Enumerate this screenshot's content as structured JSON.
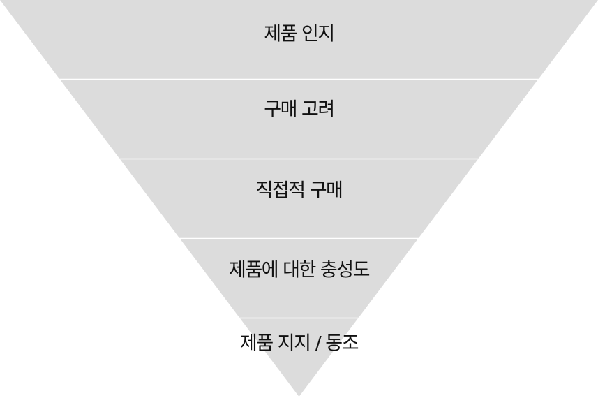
{
  "diagram": {
    "type": "inverted-funnel",
    "fill_color": "#dcdcdc",
    "separator_color": "#ffffff",
    "text_color": "#111111",
    "stages": [
      {
        "label": "제품 인지"
      },
      {
        "label": "구매 고려"
      },
      {
        "label": "직접적 구매"
      },
      {
        "label": "제품에 대한 충성도"
      },
      {
        "label": "제품 지지 / 동조"
      }
    ]
  }
}
